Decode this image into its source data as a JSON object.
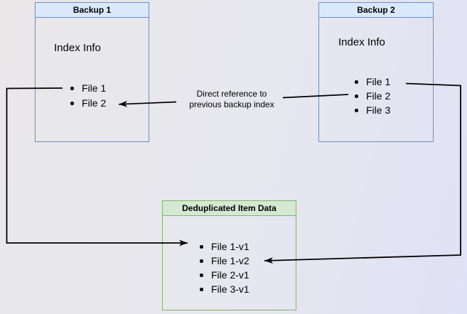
{
  "diagram": {
    "backup1": {
      "title": "Backup 1",
      "label": "Index Info",
      "files": [
        "File 1",
        "File 2"
      ]
    },
    "backup2": {
      "title": "Backup 2",
      "label": "Index Info",
      "files": [
        "File 1",
        "File 2",
        "File 3"
      ]
    },
    "dedup": {
      "title": "Deduplicated Item Data",
      "files": [
        "File 1-v1",
        "File 1-v2",
        "File 2-v1",
        "File 3-v1"
      ]
    },
    "annotation": {
      "line1": "Direct reference to",
      "line2": "previous backup index"
    },
    "colors": {
      "blue_border": "#6c8ebf",
      "blue_fill": "#dae8fc",
      "green_border": "#82b366",
      "green_fill": "#d5e8d4",
      "connector": "#000000"
    }
  }
}
